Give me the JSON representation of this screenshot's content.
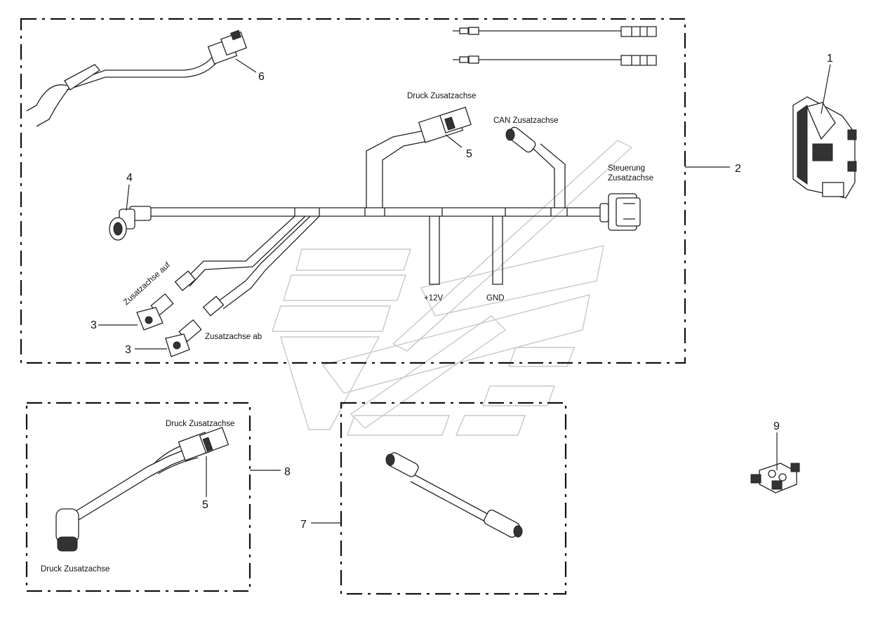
{
  "labels": {
    "druck_zusatzachse_top": "Druck Zusatzachse",
    "can_zusatzachse": "CAN Zusatzachse",
    "steuerung_line1": "Steuerung",
    "steuerung_line2": "Zusatzachse",
    "zusatzachse_auf": "Zusatzachse auf",
    "zusatzachse_ab": "Zusatzachse ab",
    "plus12v": "+12V",
    "gnd": "GND",
    "druck_zusatzachse_box8_top": "Druck Zusatzachse",
    "druck_zusatzachse_box8_bottom": "Druck Zusatzachse"
  },
  "callouts": {
    "c1": "1",
    "c2": "2",
    "c3a": "3",
    "c3b": "3",
    "c4": "4",
    "c5a": "5",
    "c5b": "5",
    "c6": "6",
    "c7": "7",
    "c8": "8",
    "c9": "9"
  }
}
